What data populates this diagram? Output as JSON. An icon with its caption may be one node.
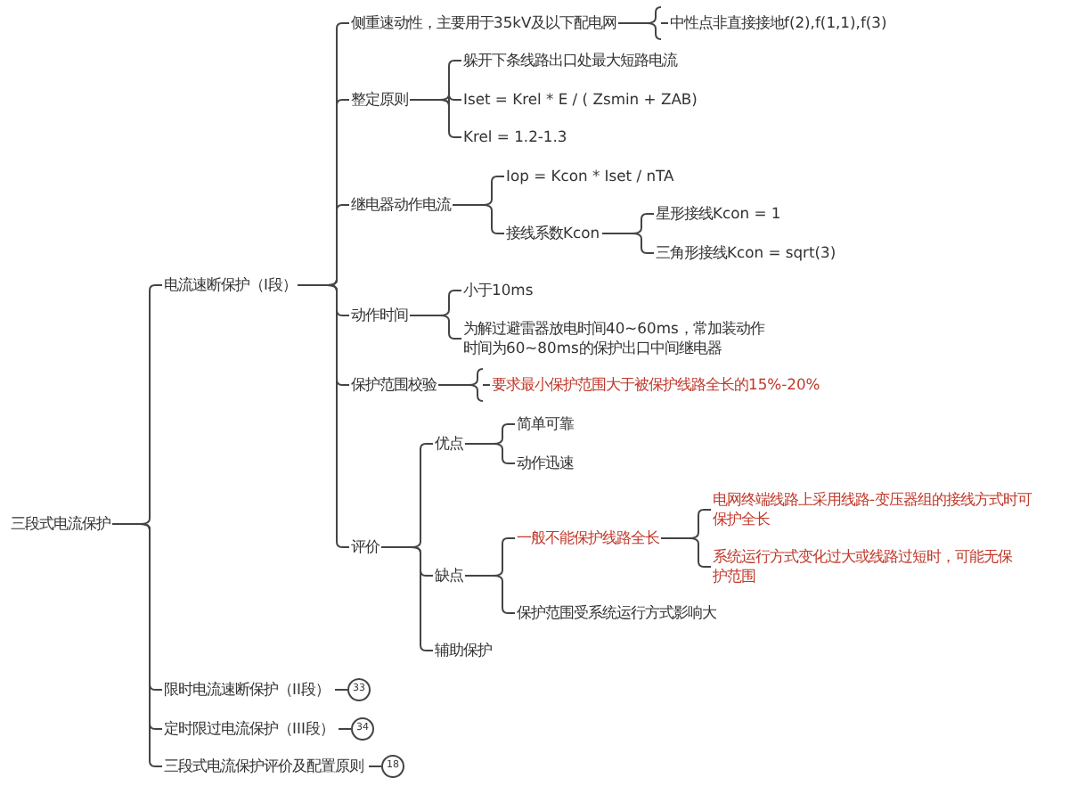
{
  "diagram": {
    "nodes": [
      {
        "text": [
          "三段式电流保护"
        ]
      },
      {
        "text": [
          "电流速断保护（I段）"
        ]
      },
      {
        "text": [
          "侧重速动性，主要用于35kV及以下配电网"
        ]
      },
      {
        "text": [
          "中性点非直接接地f(2),f(1,1),f(3)"
        ]
      },
      {
        "text": [
          "整定原则"
        ]
      },
      {
        "text": [
          "躲开下条线路出口处最大短路电流"
        ]
      },
      {
        "text": [
          "Iset = Krel * E / ( Zsmin + ZAB)"
        ]
      },
      {
        "text": [
          "Krel = 1.2-1.3"
        ]
      },
      {
        "text": [
          "继电器动作电流"
        ]
      },
      {
        "text": [
          "Iop = Kcon * Iset / nTA"
        ]
      },
      {
        "text": [
          "接线系数Kcon"
        ]
      },
      {
        "text": [
          "星形接线Kcon = 1"
        ]
      },
      {
        "text": [
          "三角形接线Kcon = sqrt(3)"
        ]
      },
      {
        "text": [
          "动作时间"
        ]
      },
      {
        "text": [
          "小于10ms"
        ]
      },
      {
        "text": [
          "为解过避雷器放电时间40~60ms，常加装动作时间为60~80ms的保护出口中间继电器"
        ]
      },
      {
        "text": [
          "保护范围校验"
        ]
      },
      {
        "text": [
          "要求最小保护范围大于被保护线路全长的15%-20%"
        ]
      },
      {
        "text": [
          "评价"
        ]
      },
      {
        "text": [
          "优点"
        ]
      },
      {
        "text": [
          "简单可靠"
        ]
      },
      {
        "text": [
          "动作迅速"
        ]
      },
      {
        "text": [
          "缺点"
        ]
      },
      {
        "text": [
          "一般不能保护线路全长"
        ]
      },
      {
        "text": [
          "电网终端线路上采用线路-变压器组的接线方式时可保护全长"
        ]
      },
      {
        "text": [
          "系统运行方式变化过大或线路过短时，可能无保护范围"
        ]
      },
      {
        "text": [
          "保护范围受系统运行方式影响大"
        ]
      },
      {
        "text": [
          "辅助保护"
        ]
      },
      {
        "text": [
          "限时电流速断保护（II段）"
        ]
      },
      {
        "text": [
          "33"
        ]
      },
      {
        "text": [
          "定时限过电流保护（III段）"
        ]
      },
      {
        "text": [
          "34"
        ]
      },
      {
        "text": [
          "三段式电流保护评价及配置原则"
        ]
      },
      {
        "text": [
          "18"
        ]
      }
    ],
    "edges": [
      {
        "from": 0,
        "to": 1,
        "arrow": "none"
      },
      {
        "from": 0,
        "to": 28,
        "arrow": "none"
      },
      {
        "from": 0,
        "to": 30,
        "arrow": "none"
      },
      {
        "from": 0,
        "to": 32,
        "arrow": "none"
      },
      {
        "from": 1,
        "to": 2,
        "arrow": "none"
      },
      {
        "from": 1,
        "to": 4,
        "arrow": "none"
      },
      {
        "from": 1,
        "to": 8,
        "arrow": "none"
      },
      {
        "from": 1,
        "to": 13,
        "arrow": "none"
      },
      {
        "from": 1,
        "to": 16,
        "arrow": "none"
      },
      {
        "from": 1,
        "to": 18,
        "arrow": "none"
      },
      {
        "from": 2,
        "to": 3,
        "arrow": "none"
      },
      {
        "from": 4,
        "to": 5,
        "arrow": "none"
      },
      {
        "from": 4,
        "to": 6,
        "arrow": "none"
      },
      {
        "from": 4,
        "to": 7,
        "arrow": "none"
      },
      {
        "from": 8,
        "to": 9,
        "arrow": "none"
      },
      {
        "from": 8,
        "to": 10,
        "arrow": "none"
      },
      {
        "from": 10,
        "to": 11,
        "arrow": "none"
      },
      {
        "from": 10,
        "to": 12,
        "arrow": "none"
      },
      {
        "from": 13,
        "to": 14,
        "arrow": "none"
      },
      {
        "from": 13,
        "to": 15,
        "arrow": "none"
      },
      {
        "from": 16,
        "to": 17,
        "arrow": "none"
      },
      {
        "from": 18,
        "to": 19,
        "arrow": "none"
      },
      {
        "from": 18,
        "to": 22,
        "arrow": "none"
      },
      {
        "from": 18,
        "to": 27,
        "arrow": "none"
      },
      {
        "from": 19,
        "to": 20,
        "arrow": "none"
      },
      {
        "from": 19,
        "to": 21,
        "arrow": "none"
      },
      {
        "from": 22,
        "to": 23,
        "arrow": "none"
      },
      {
        "from": 22,
        "to": 26,
        "arrow": "none"
      },
      {
        "from": 23,
        "to": 24,
        "arrow": "none"
      },
      {
        "from": 23,
        "to": 25,
        "arrow": "none"
      },
      {
        "from": 28,
        "to": 29,
        "arrow": "none"
      },
      {
        "from": 30,
        "to": 31,
        "arrow": "none"
      },
      {
        "from": 32,
        "to": 33,
        "arrow": "none"
      }
    ]
  }
}
